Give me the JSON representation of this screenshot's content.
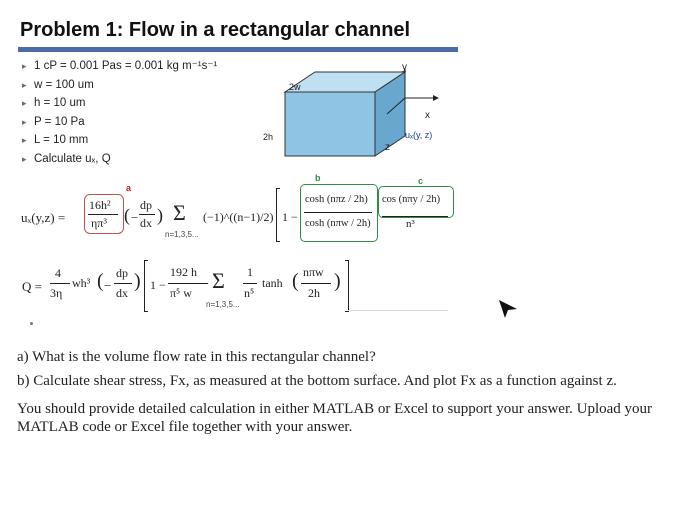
{
  "title": "Problem 1: Flow in a rectangular channel",
  "bullets": [
    "1 cP = 0.001 Pas = 0.001 kg m⁻¹s⁻¹",
    "w = 100 um",
    "h = 10 um",
    "P = 10 Pa",
    "L = 10 mm",
    "Calculate uₓ, Q"
  ],
  "diagram": {
    "label_2w": "2w",
    "label_2h": "2h",
    "label_y": "y",
    "label_x": "x",
    "label_z": "z",
    "label_u": "uₓ(y, z)"
  },
  "equation_ux": {
    "lhs": "uₓ(y,z) =",
    "coef_num": "16h²",
    "coef_den": "ηπ³",
    "dp_num": "dp",
    "dp_den": "dx",
    "sum_sym": "Σ",
    "sum_sub": "n=1,3,5...",
    "sign": "(−1)^((n−1)/2)",
    "bracket_1": "1 −",
    "cosh_num": "cosh (nπz / 2h)",
    "cosh_den": "cosh (nπw / 2h)",
    "cos_term": "cos (nπy / 2h)",
    "n3": "n³",
    "label_a": "a",
    "label_b": "b",
    "label_c": "c"
  },
  "equation_Q": {
    "lhs": "Q =",
    "frac_num": "4",
    "frac_den": "3η",
    "wh3": "wh³",
    "dp_num": "dp",
    "dp_den": "dx",
    "one_minus": "1 −",
    "c192_num": "192 h",
    "c192_den": "π⁵ w",
    "sum_sym": "Σ",
    "sum_sub": "n=1,3,5...",
    "inv_num": "1",
    "inv_den": "n⁵",
    "tanh": "tanh",
    "tanh_num": "nπw",
    "tanh_den": "2h"
  },
  "questions": {
    "a": "a) What is the volume flow rate in this rectangular channel?",
    "b": "b) Calculate shear stress, Fx, as measured at the bottom surface. And plot Fx as a function against z.",
    "note": "You should provide detailed calculation in either MATLAB or Excel to support your answer. Upload your MATLAB code or Excel file together with your answer."
  },
  "colors": {
    "rule": "#4a6aa8",
    "box_front": "#8fc4e4",
    "box_top": "#bfe0f2",
    "box_side": "#6aa7cf",
    "accent_red": "#c81a1a",
    "accent_green": "#2f8f4a"
  }
}
